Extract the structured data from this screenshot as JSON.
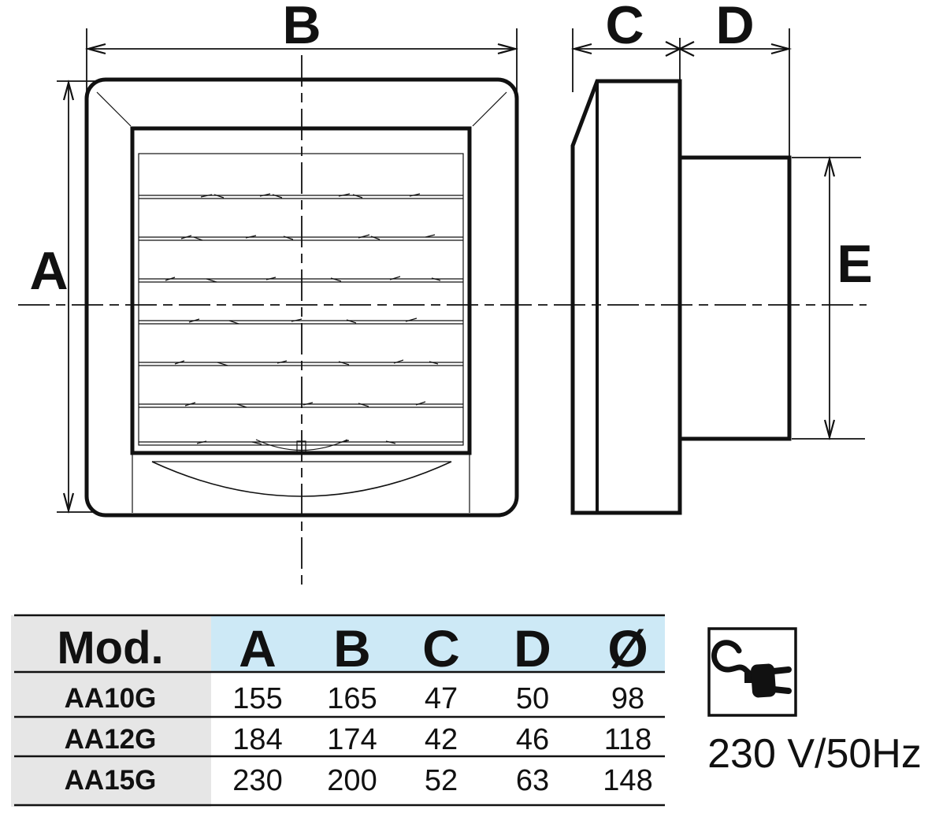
{
  "drawing": {
    "dimension_labels": {
      "A": "A",
      "B": "B",
      "C": "C",
      "D": "D",
      "E": "E"
    }
  },
  "power": {
    "rating": "230 V/50Hz",
    "icon": "power-plug-icon"
  },
  "table": {
    "model_header": "Mod.",
    "columns": [
      "A",
      "B",
      "C",
      "D",
      "Ø"
    ],
    "rows": [
      {
        "model": "AA10G",
        "values": [
          "155",
          "165",
          "47",
          "50",
          "98"
        ]
      },
      {
        "model": "AA12G",
        "values": [
          "184",
          "174",
          "42",
          "46",
          "118"
        ]
      },
      {
        "model": "AA15G",
        "values": [
          "230",
          "200",
          "52",
          "63",
          "148"
        ]
      }
    ],
    "colors": {
      "model_column_bg": "#e6e6e6",
      "header_row_bg": "#cde9f6",
      "line_color": "#111111"
    }
  }
}
